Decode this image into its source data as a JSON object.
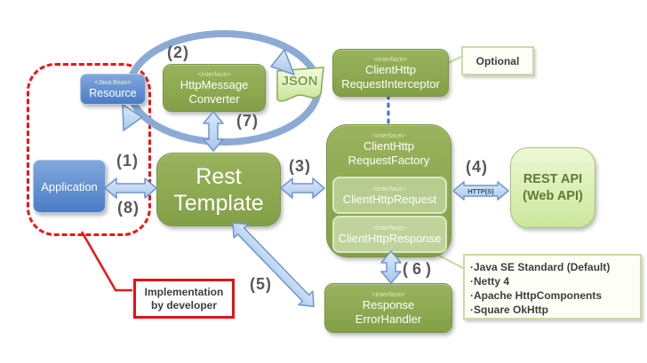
{
  "nodes": {
    "resource": {
      "stereotype": "<Java Bean>",
      "label": "Resource"
    },
    "application": {
      "label": "Application"
    },
    "rest_template": {
      "line1": "Rest",
      "line2": "Template"
    },
    "http_message_converter": {
      "stereotype": "<interface>",
      "line1": "HttpMessage",
      "line2": "Converter"
    },
    "json": {
      "label": "JSON"
    },
    "request_interceptor": {
      "stereotype": "<interface>",
      "line1": "ClientHttp",
      "line2": "RequestInterceptor"
    },
    "request_factory": {
      "stereotype": "<interface>",
      "line1": "ClientHttp",
      "line2": "RequestFactory"
    },
    "client_http_request": {
      "stereotype": "<interface>",
      "label": "ClientHttpRequest"
    },
    "client_http_response": {
      "stereotype": "<interface>",
      "label": "ClientHttpResponse"
    },
    "rest_api": {
      "line1": "REST API",
      "line2": "(Web API)"
    },
    "response_error_handler": {
      "stereotype": "<interface>",
      "line1": "Response",
      "line2": "ErrorHandler"
    }
  },
  "steps": {
    "s1": "(1)",
    "s2": "(2)",
    "s3": "(3)",
    "s4": "(4)",
    "s5": "(5)",
    "s6": "(6)",
    "s7": "(7)",
    "s8": "(8)"
  },
  "http_label": "HTTP(S)",
  "optional_label": "Optional",
  "developer_note": {
    "line1": "Implementation",
    "line2": "by developer"
  },
  "implementations": {
    "bullet": "·",
    "items": [
      "Java SE Standard (Default)",
      "Netty 4",
      "Apache HttpComponents",
      "Square OkHttp"
    ]
  },
  "colors": {
    "node_green": "#8cab50",
    "node_blue": "#4a7cc6",
    "arrow_blue_fill": "#c2d9f2",
    "arrow_blue_stroke": "#6e96cf",
    "loop_blue": "#8cabd4",
    "highlight_red": "#ee1414",
    "light_green_fill": "#d9ecb2",
    "note_border_green": "#c9dba2"
  }
}
